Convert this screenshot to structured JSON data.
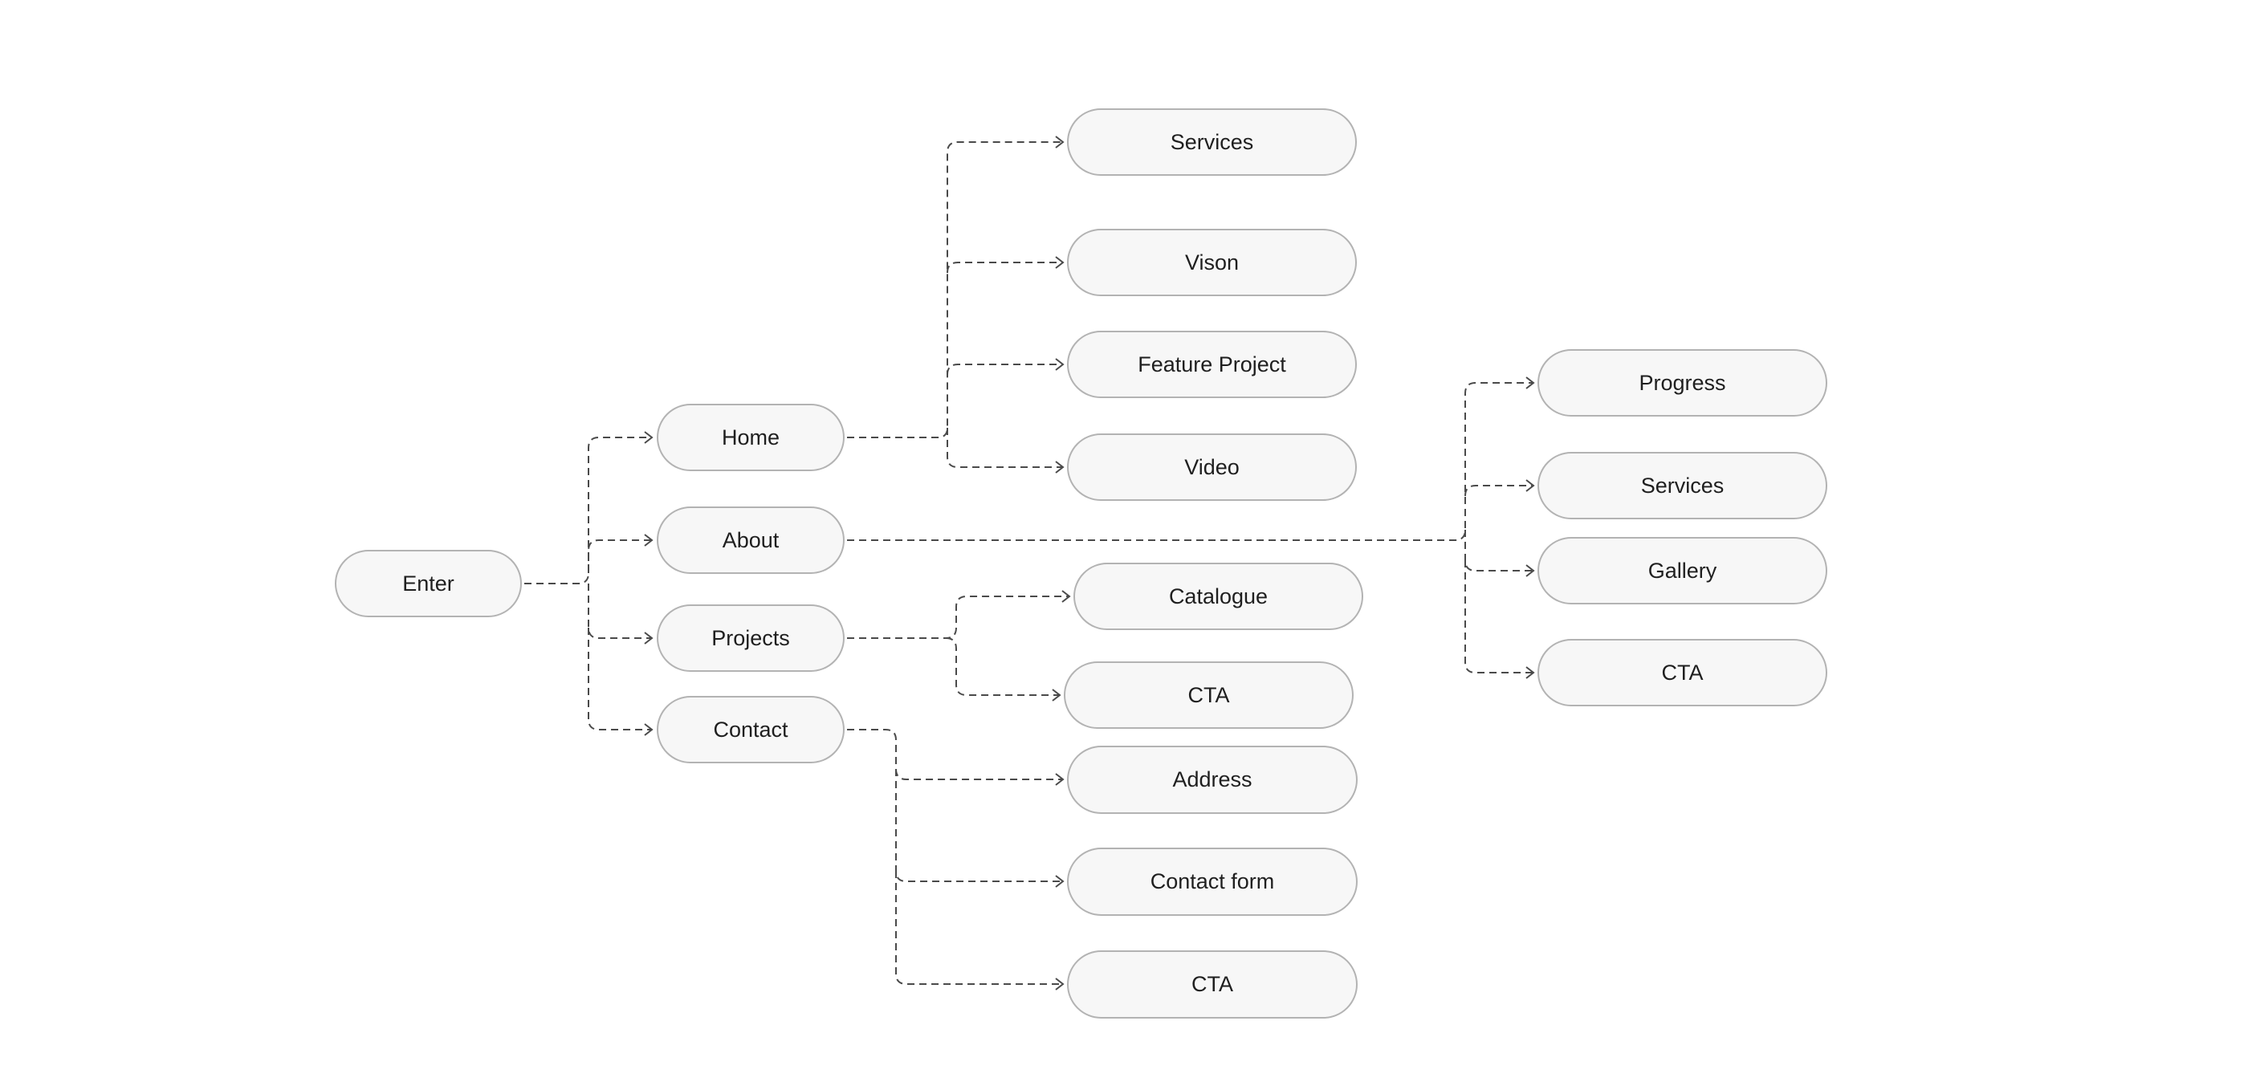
{
  "diagram": {
    "nodes": [
      {
        "id": "enter",
        "label": "Enter"
      },
      {
        "id": "home",
        "label": "Home"
      },
      {
        "id": "about",
        "label": "About"
      },
      {
        "id": "projects",
        "label": "Projects"
      },
      {
        "id": "contact",
        "label": "Contact"
      },
      {
        "id": "home-services",
        "label": "Services"
      },
      {
        "id": "home-vison",
        "label": "Vison"
      },
      {
        "id": "home-feature-project",
        "label": "Feature Project"
      },
      {
        "id": "home-video",
        "label": "Video"
      },
      {
        "id": "projects-catalogue",
        "label": "Catalogue"
      },
      {
        "id": "projects-cta",
        "label": "CTA"
      },
      {
        "id": "contact-address",
        "label": "Address"
      },
      {
        "id": "contact-form",
        "label": "Contact form"
      },
      {
        "id": "contact-cta",
        "label": "CTA"
      },
      {
        "id": "about-progress",
        "label": "Progress"
      },
      {
        "id": "about-services",
        "label": "Services"
      },
      {
        "id": "about-gallery",
        "label": "Gallery"
      },
      {
        "id": "about-cta",
        "label": "CTA"
      }
    ],
    "edges": [
      {
        "from": "enter",
        "to": "home"
      },
      {
        "from": "enter",
        "to": "about"
      },
      {
        "from": "enter",
        "to": "projects"
      },
      {
        "from": "enter",
        "to": "contact"
      },
      {
        "from": "home",
        "to": "home-services"
      },
      {
        "from": "home",
        "to": "home-vison"
      },
      {
        "from": "home",
        "to": "home-feature-project"
      },
      {
        "from": "home",
        "to": "home-video"
      },
      {
        "from": "projects",
        "to": "projects-catalogue"
      },
      {
        "from": "projects",
        "to": "projects-cta"
      },
      {
        "from": "contact",
        "to": "contact-address"
      },
      {
        "from": "contact",
        "to": "contact-form"
      },
      {
        "from": "contact",
        "to": "contact-cta"
      },
      {
        "from": "about",
        "to": "about-progress"
      },
      {
        "from": "about",
        "to": "about-services"
      },
      {
        "from": "about",
        "to": "about-gallery"
      },
      {
        "from": "about",
        "to": "about-cta"
      }
    ]
  }
}
